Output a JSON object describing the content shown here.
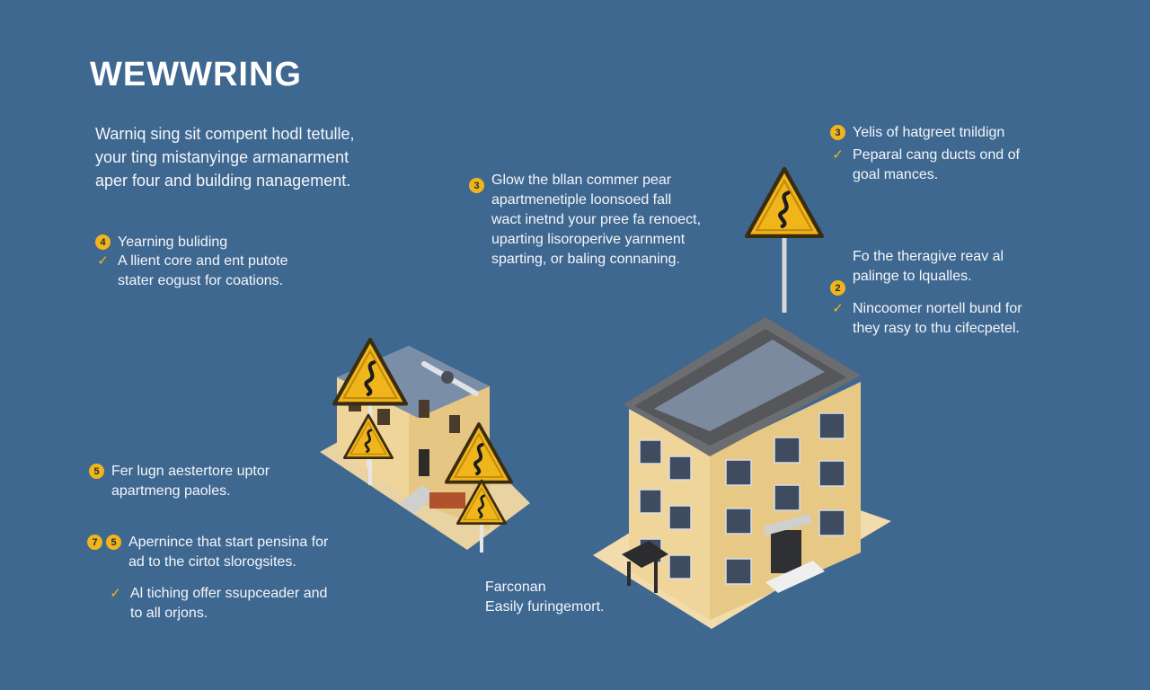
{
  "title": "WEWWRING",
  "intro": [
    "Warniq sing sit compent hodl tetulle,",
    "your ting mistanyinge armanarment",
    "aper four and building nanagement."
  ],
  "left_notes": [
    {
      "badge": "4",
      "line": "Yearning buliding"
    },
    {
      "check": "✓",
      "lines": [
        "A llient core and ent putote",
        "stater eogust for coations."
      ]
    },
    {
      "badge": "5",
      "lines": [
        "Fer lugn aestertore uptor",
        "apartmeng paoles."
      ]
    },
    {
      "badges": [
        "7",
        "5"
      ],
      "lines": [
        "Apernince that start pensina for",
        "ad to the cirtot slorogsites."
      ]
    },
    {
      "check": "✓",
      "lines": [
        "Al tiching offer ssupceader and",
        "to all orjons."
      ]
    }
  ],
  "center_note": {
    "badge": "3",
    "lines": [
      "Glow the bllan commer pear",
      "apartmenetiple loonsoed fall",
      "wact inetnd your pree fa renoect,",
      "uparting lisoroperive yarnment",
      "sparting, or baling connaning."
    ]
  },
  "bottom_note": {
    "lines": [
      "Farconan",
      "Easily furingemort."
    ]
  },
  "right_notes": [
    {
      "badge": "3",
      "line": "Yelis of hatgreet tnildign"
    },
    {
      "check": "✓",
      "lines": [
        "Peparal cang ducts ond of",
        "goal mances."
      ]
    },
    {
      "lines": [
        "Fo the theragive reav al",
        "palinge to lqualles."
      ]
    },
    {
      "badge": "2"
    },
    {
      "check": "✓",
      "lines": [
        "Nincoomer nortell bund for",
        "they rasy to thu cifecpetel."
      ]
    }
  ],
  "colors": {
    "background": "#3f6890",
    "accent": "#f1b51c",
    "wall": "#f0d59a",
    "roof": "#5b5d60"
  },
  "icons": [
    "warning-sign-icon",
    "checkmark-icon",
    "small-house-illustration",
    "apartment-building-illustration"
  ]
}
